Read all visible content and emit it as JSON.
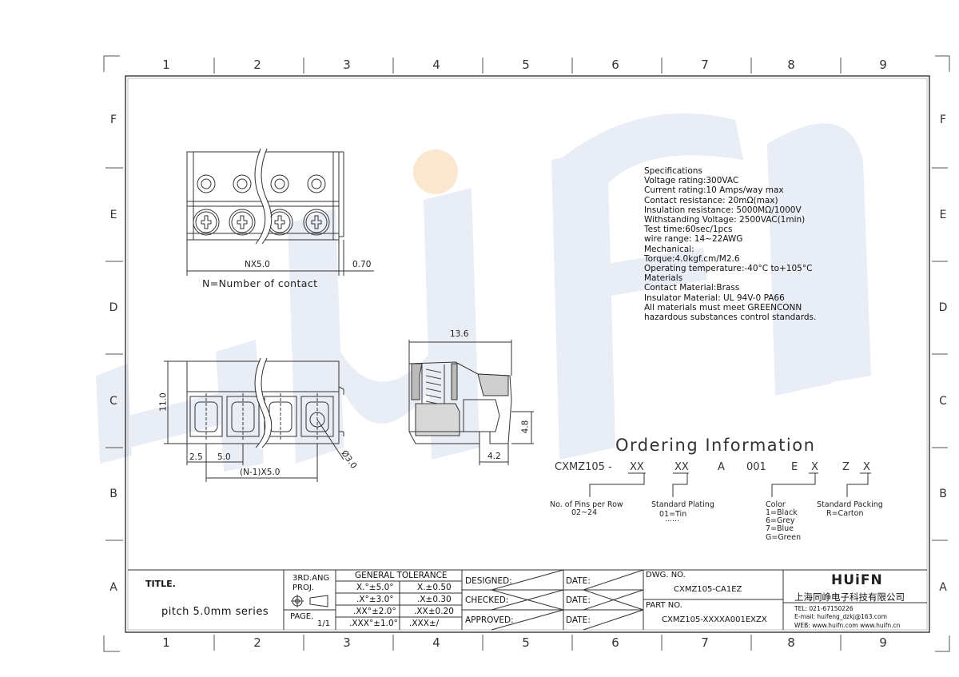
{
  "grid": {
    "columns": [
      "1",
      "2",
      "3",
      "4",
      "5",
      "6",
      "7",
      "8",
      "9"
    ],
    "rows": [
      "F",
      "E",
      "D",
      "C",
      "B",
      "A"
    ]
  },
  "watermark": {
    "text": "HUIFN",
    "color": "#e8ecf4",
    "dot_color": "#fbe6cc"
  },
  "top_view": {
    "dim_width": "NX5.0",
    "dim_offset": "0.70",
    "caption": "N=Number of contact"
  },
  "front_view": {
    "dim_height": "11.0",
    "dim_edge": "2.5",
    "dim_pitch": "5.0",
    "dim_span": "(N-1)X5.0",
    "dim_hole": "Ø3.0"
  },
  "side_view": {
    "dim_depth": "13.6",
    "dim_height": "4.8",
    "dim_bottom": "4.2"
  },
  "specifications": [
    "Specifications",
    "Voltage rating:300VAC",
    "Current rating:10 Amps/way max",
    "Contact resistance: 20mΩ(max)",
    "Insulation resistance: 5000MΩ/1000V",
    "Withstanding Voltage: 2500VAC(1min)",
    "Test time:60sec/1pcs",
    "wire range: 14~22AWG",
    "Mechanical:",
    "Torque:4.0kgf.cm/M2.6",
    "Operating temperature:-40°C to+105°C",
    "Materials",
    "Contact Material:Brass",
    "Insulator Material: UL 94V-0 PA66",
    "All materials must meet GREENCONN",
    "hazardous substances control standards."
  ],
  "ordering": {
    "title": "Ordering Information",
    "code_parts": [
      "CXMZ105 -",
      "XX",
      "XX",
      "A",
      "001",
      "E",
      "X",
      "Z",
      "X"
    ],
    "pins": {
      "label": "No. of Pins per Row",
      "value": "02~24"
    },
    "plating": {
      "label": "Standard Plating",
      "value": "01=Tin",
      "more": "……"
    },
    "color": {
      "label": "Color",
      "options": [
        "1=Black",
        "6=Grey",
        "7=Blue",
        "G=Green"
      ]
    },
    "packing": {
      "label": "Standard Packing",
      "value": "R=Carton"
    }
  },
  "title_block": {
    "title_label": "TITLE.",
    "title_value": "pitch 5.0mm series",
    "proj_label": "3RD.ANG\nPROJ.",
    "page_label": "PAGE.",
    "page_value": "1/1",
    "tolerance_header": "GENERAL TOLERANCE",
    "tolerances": [
      [
        "X.°±5.0°",
        "X.±0.50"
      ],
      [
        ".X°±3.0°",
        ".X±0.30"
      ],
      [
        ".XX°±2.0°",
        ".XX±0.20"
      ],
      [
        ".XXX°±1.0°",
        ".XXX±/"
      ]
    ],
    "designed": "DESIGNED:",
    "checked": "CHECKED:",
    "approved": "APPROVED:",
    "date": "DATE:",
    "dwg_no_label": "DWG. NO.",
    "dwg_no_value": "CXMZ105-CA1EZ",
    "part_no_label": "PART NO.",
    "part_no_value": "CXMZ105-XXXXA001EXZX",
    "company_logo": "HUiFN",
    "company_name": "上海同峥电子科技有限公司",
    "tel": "TEL: 021-67150226",
    "email": "E-mail: huifeng_dzkj@163.com",
    "web": "WEB: www.huifn.com  www.huifn.cn"
  }
}
